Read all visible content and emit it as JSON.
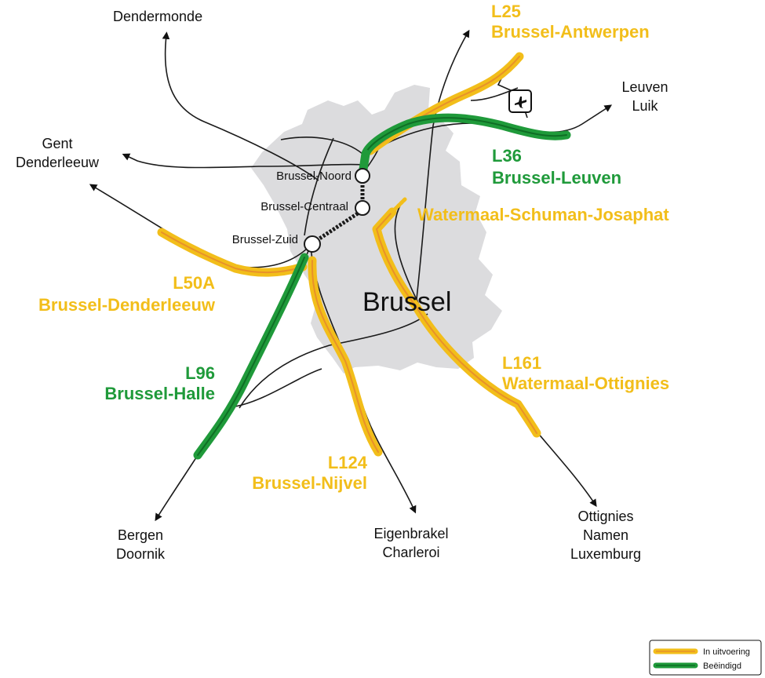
{
  "colors": {
    "in_progress": "#F2BE1A",
    "in_progress_core": "#E8912A",
    "completed": "#1F9A3A",
    "completed_core": "#0F6E25",
    "region_fill": "#DCDCDE",
    "track": "#1A1A1A",
    "text": "#111111"
  },
  "city": {
    "name": "Brussel"
  },
  "destinations": {
    "dendermonde": "Dendermonde",
    "gent_1": "Gent",
    "gent_2": "Denderleeuw",
    "leuven_1": "Leuven",
    "leuven_2": "Luik",
    "bergen_1": "Bergen",
    "bergen_2": "Doornik",
    "eigenbrakel_1": "Eigenbrakel",
    "eigenbrakel_2": "Charleroi",
    "ottignies_1": "Ottignies",
    "ottignies_2": "Namen",
    "ottignies_3": "Luxemburg"
  },
  "stations": {
    "noord": "Brussel-Noord",
    "centraal": "Brussel-Centraal",
    "zuid": "Brussel-Zuid"
  },
  "lines": {
    "l25": {
      "code": "L25",
      "name": "Brussel-Antwerpen",
      "status": "in_progress"
    },
    "l36": {
      "code": "L36",
      "name": "Brussel-Leuven",
      "status": "completed"
    },
    "schuman": {
      "name": "Watermaal-Schuman-Josaphat",
      "status": "in_progress"
    },
    "l50a": {
      "code": "L50A",
      "name": "Brussel-Denderleeuw",
      "status": "in_progress"
    },
    "l96": {
      "code": "L96",
      "name": "Brussel-Halle",
      "status": "completed"
    },
    "l124": {
      "code": "L124",
      "name": "Brussel-Nijvel",
      "status": "in_progress"
    },
    "l161": {
      "code": "L161",
      "name": "Watermaal-Ottignies",
      "status": "in_progress"
    }
  },
  "icons": {
    "airport": "airplane-icon"
  },
  "legend": {
    "in_progress": "In uitvoering",
    "completed": "Beëindigd"
  }
}
